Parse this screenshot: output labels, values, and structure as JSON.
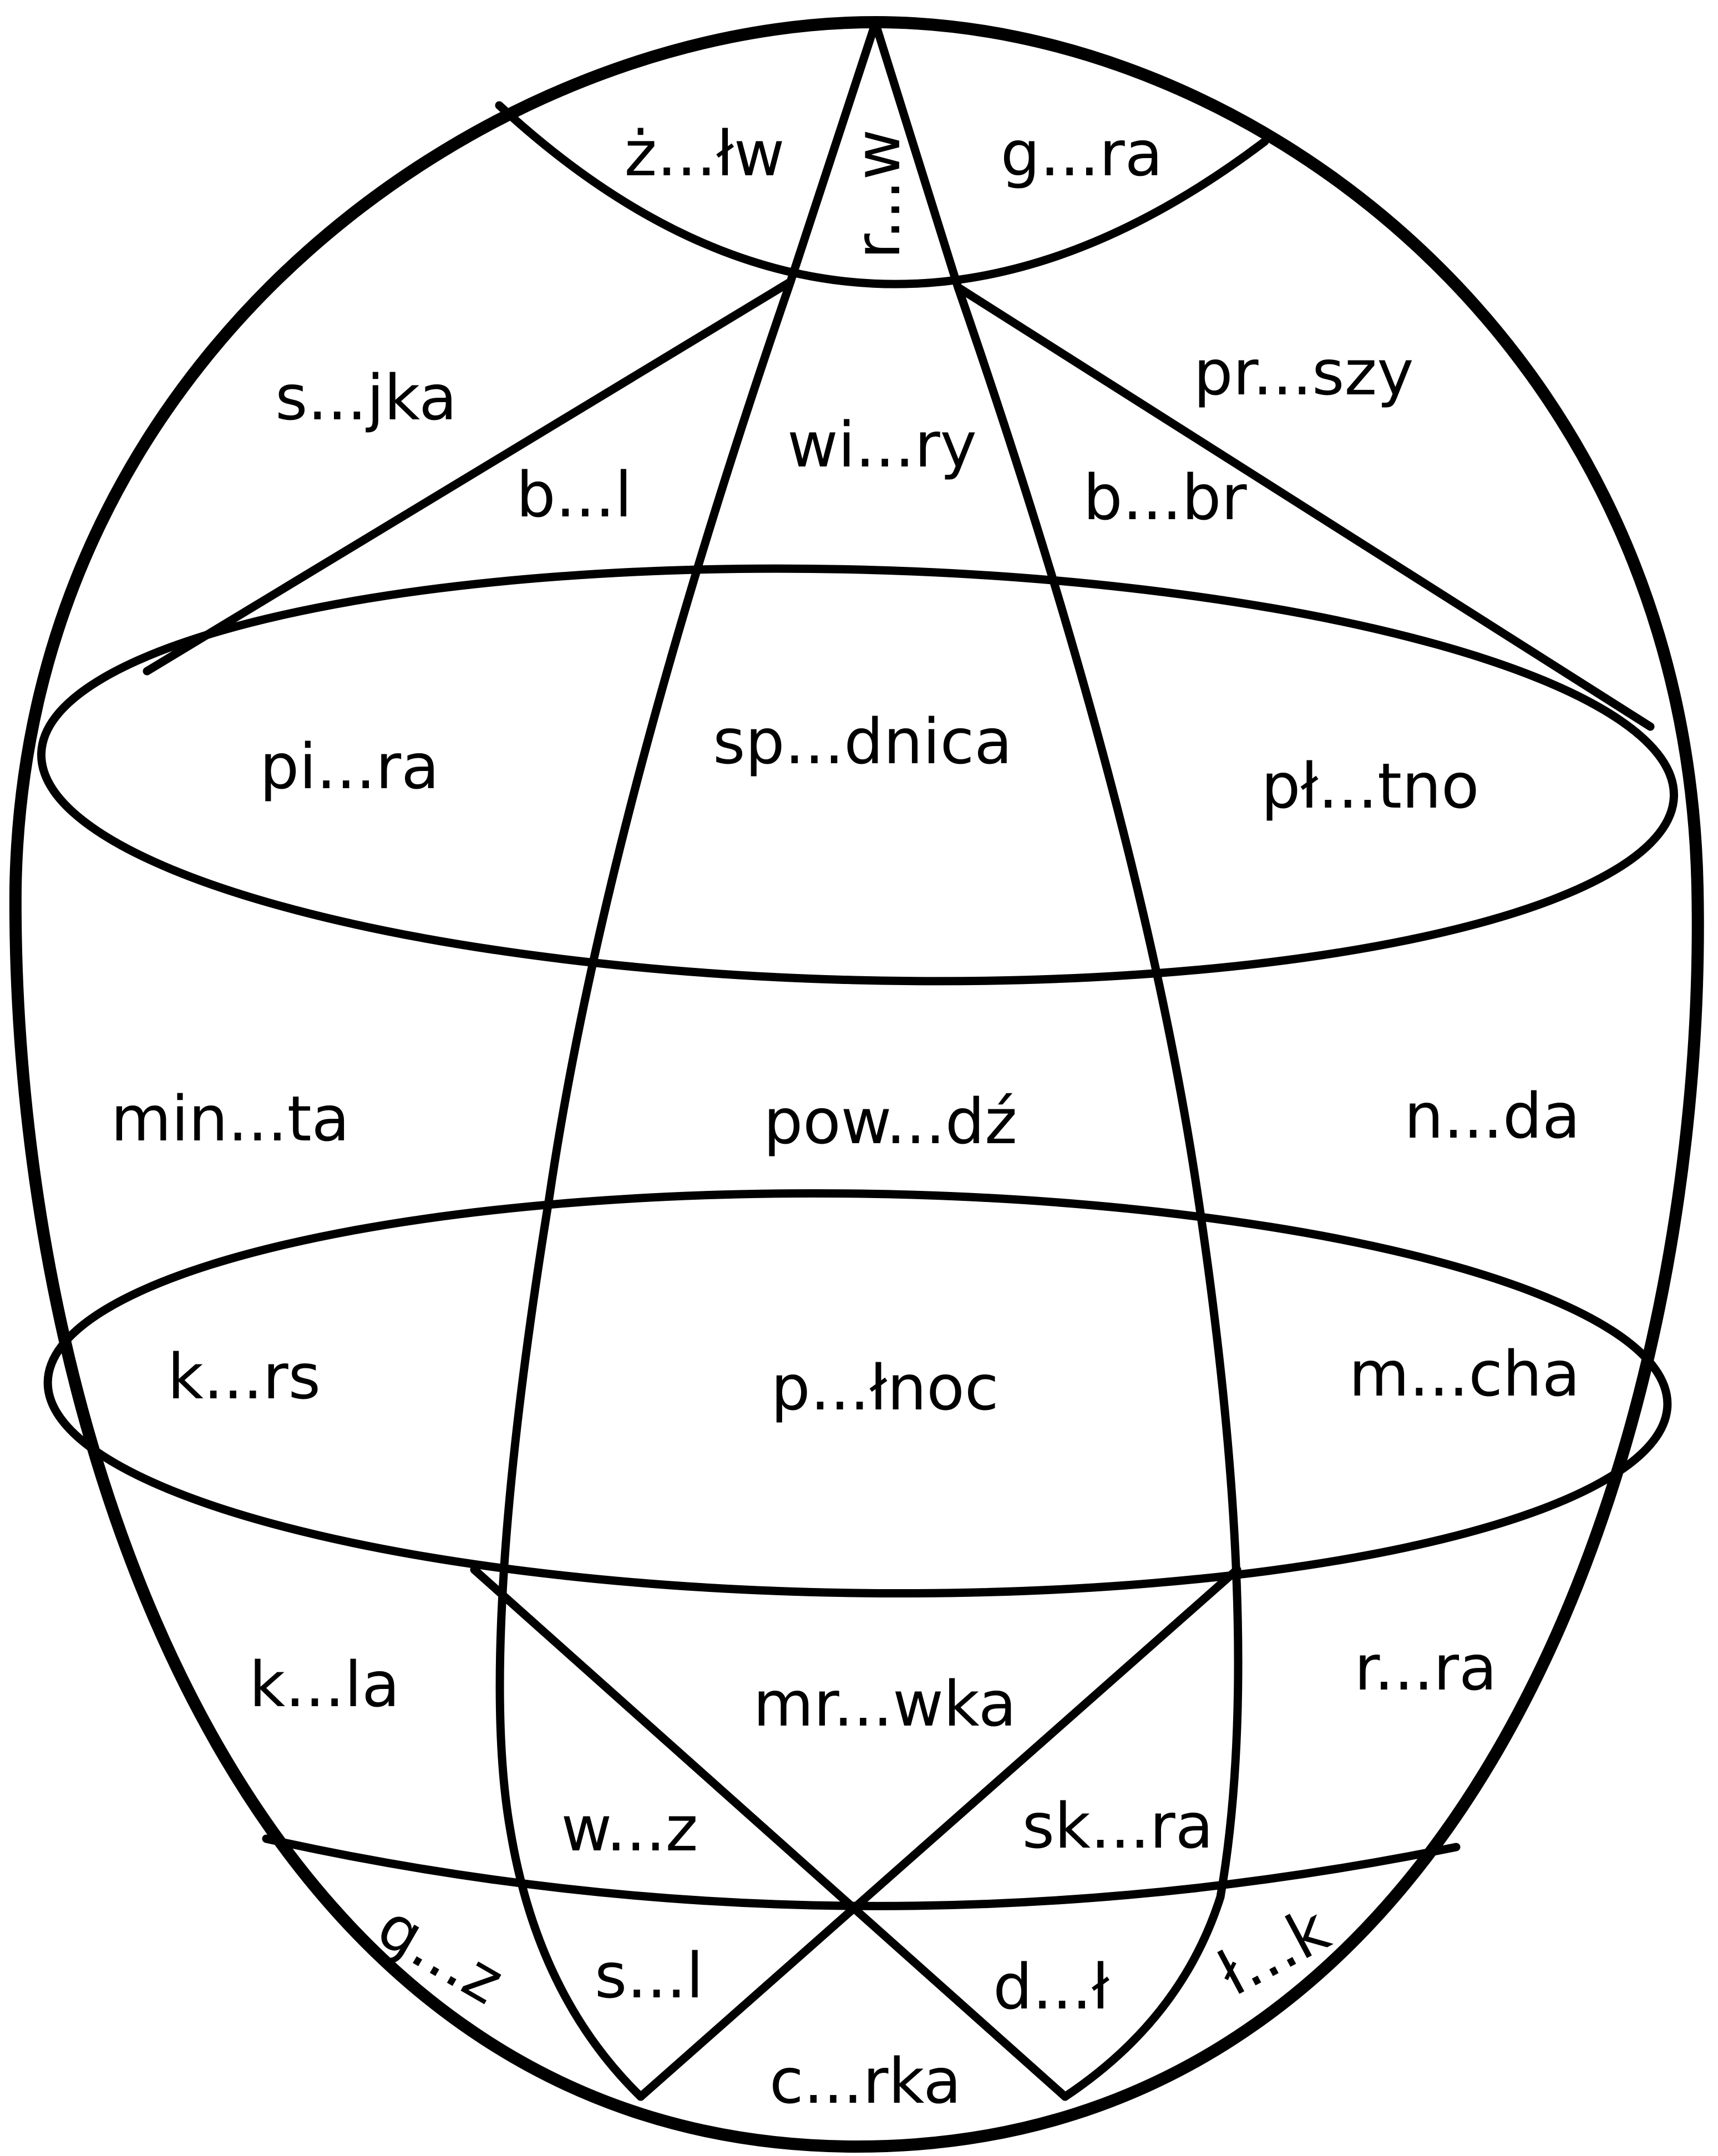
{
  "diagram": {
    "line_color": "#000000",
    "background_color": "#ffffff",
    "words": {
      "top_left": "ż...łw",
      "top_center": "r...w",
      "top_right": "g...ra",
      "upper_left": "s...jka",
      "upper_left_inner": "b...l",
      "upper_center": "wi...ry",
      "upper_right": "pr...szy",
      "upper_right_inner": "b...br",
      "band1_left": "pi...ra",
      "band1_center": "sp...dnica",
      "band1_right": "pł...tno",
      "middle_left": "min...ta",
      "middle_center": "pow...dź",
      "middle_right": "n...da",
      "band2_left": "k...rs",
      "band2_center": "p...łnoc",
      "band2_right": "m...cha",
      "lower_left": "k...la",
      "lower_center": "mr...wka",
      "lower_right": "r...ra",
      "lower_center_left": "w...z",
      "lower_center_right": "sk...ra",
      "bottom_far_left": "g...z",
      "bottom_left": "s...l",
      "bottom_center": "c...rka",
      "bottom_right": "d...ł",
      "bottom_far_right": "ł...k"
    }
  }
}
